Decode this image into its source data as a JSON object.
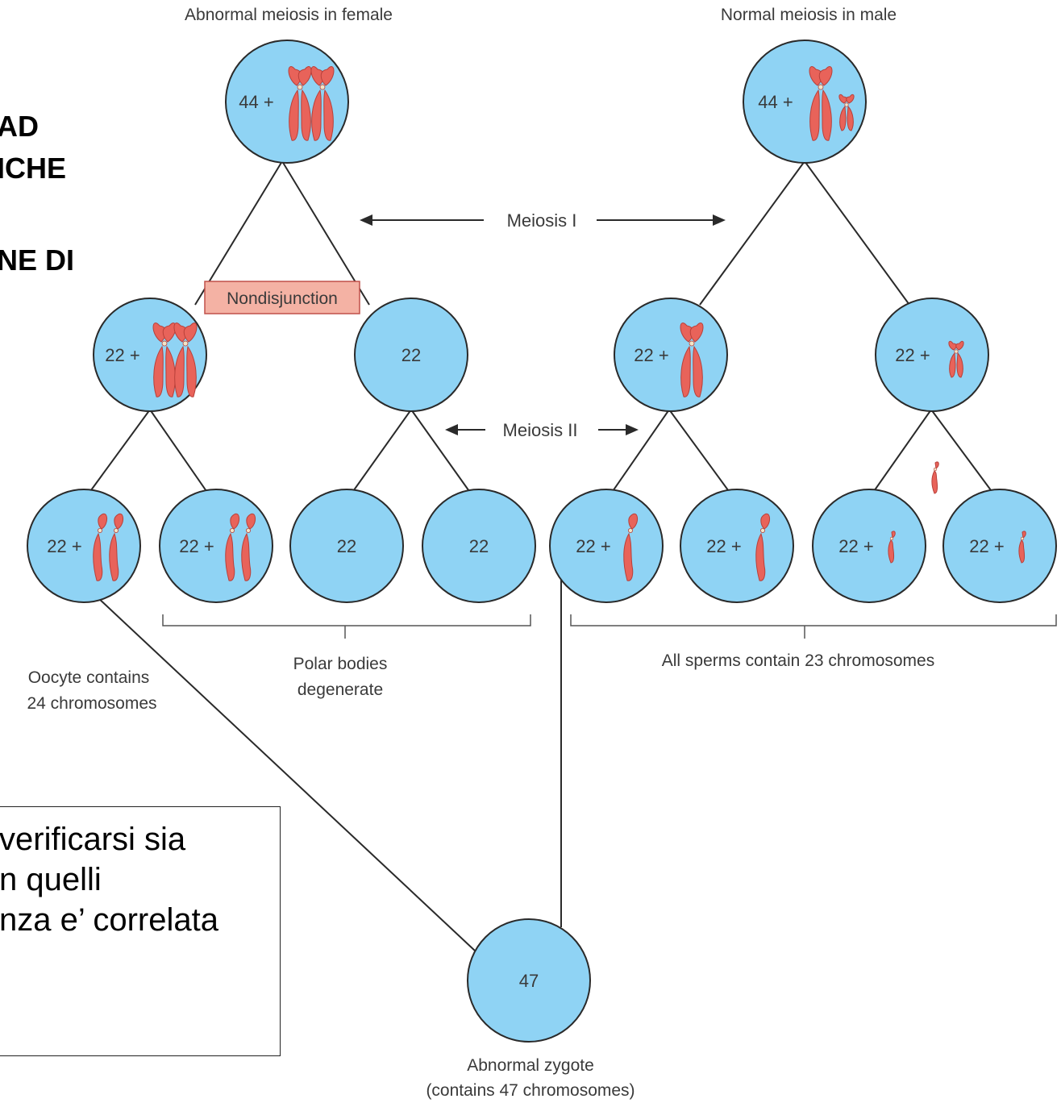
{
  "slide_fragments": [
    "AD",
    "ICHE",
    "NE DI"
  ],
  "textbox_lines": [
    "verificarsi sia",
    "n quelli",
    "nza e’ correlata"
  ],
  "diagram": {
    "female_title": "Abnormal meiosis in female",
    "male_title": "Normal meiosis in male",
    "meiosis_1_label": "Meiosis I",
    "meiosis_2_label": "Meiosis II",
    "nondisjunction_label": "Nondisjunction",
    "cell_labels": {
      "female_parent": "44 +",
      "female_m1_left": "22 +",
      "female_m1_right": "22",
      "female_m2_1": "22 +",
      "female_m2_2": "22 +",
      "female_m2_3": "22",
      "female_m2_4": "22",
      "male_parent": "44 +",
      "male_m1_left": "22 +",
      "male_m1_right": "22 +",
      "male_m2_1": "22 +",
      "male_m2_2": "22 +",
      "male_m2_3": "22 +",
      "male_m2_4": "22 +",
      "zygote": "47"
    },
    "oocyte_caption": [
      "Oocyte contains",
      "24 chromosomes"
    ],
    "polar_caption": [
      "Polar bodies",
      "degenerate"
    ],
    "sperm_caption": "All sperms contain 23 chromosomes",
    "zygote_caption": [
      "Abnormal zygote",
      "(contains 47 chromosomes)"
    ],
    "colors": {
      "cell_fill": "#8fd3f4",
      "cell_stroke": "#2a2a2a",
      "chromosome": "#e8635a",
      "chromosome_dark": "#b8403a",
      "nondisjunction_box": "#f4b2a4",
      "text": "#3a3a3a"
    }
  }
}
